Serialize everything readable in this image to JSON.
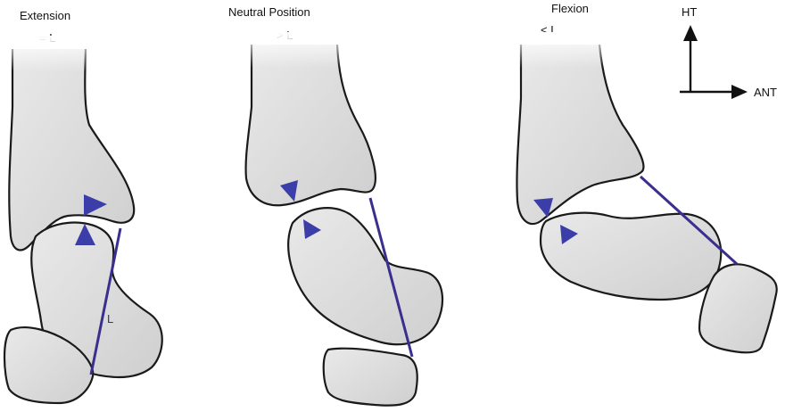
{
  "panels": [
    {
      "title": "Extension",
      "relation": "= L",
      "ligament_label": "L"
    },
    {
      "title": "Neutral Position",
      "relation": "> L"
    },
    {
      "title": "Flexion",
      "relation": "< L"
    }
  ],
  "axes": {
    "vertical_label": "HT",
    "horizontal_label": "ANT"
  },
  "colors": {
    "ligament": "#3a2f8f",
    "marker": "#3b3ea8",
    "bone_fill": "#dedede",
    "outline": "#1a1a1a"
  }
}
